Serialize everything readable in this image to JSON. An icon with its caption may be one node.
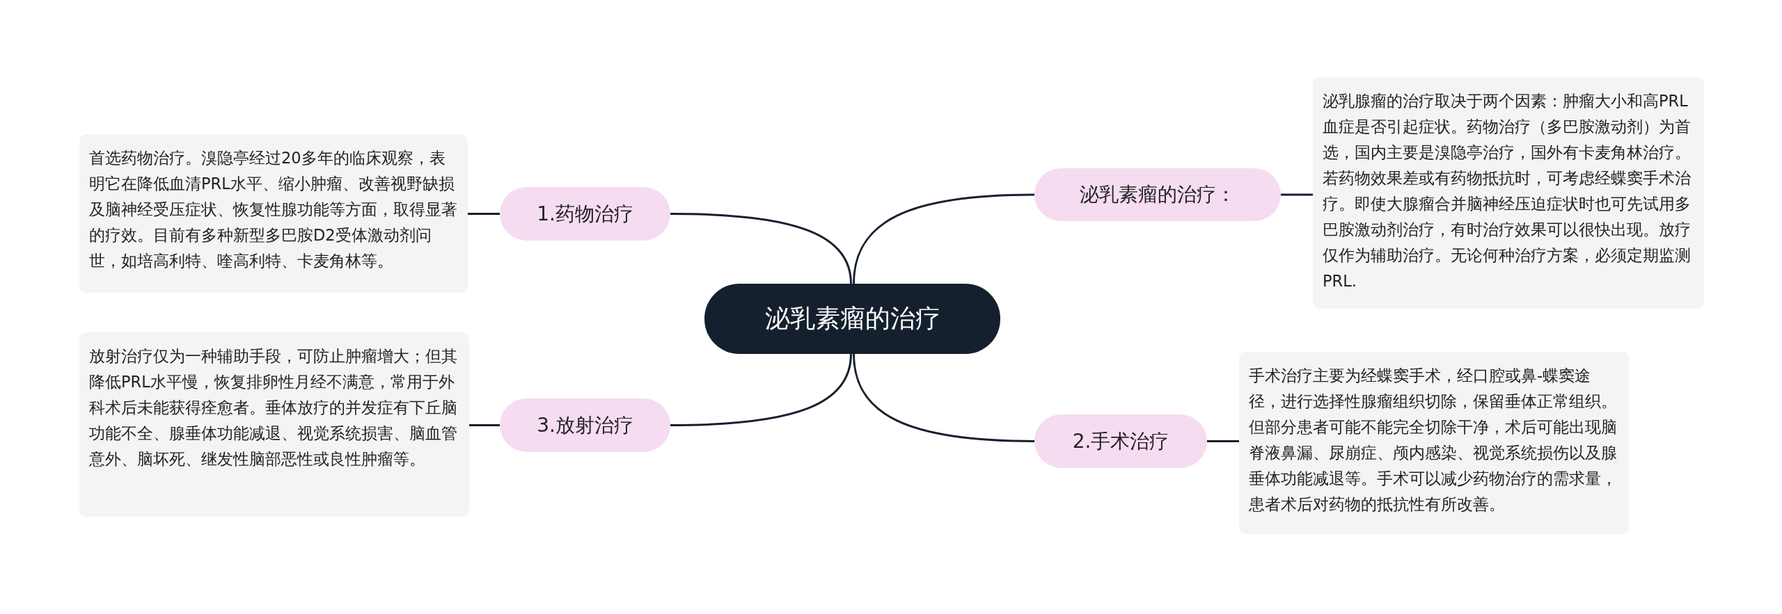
{
  "diagram": {
    "nodes": [
      {
        "text": [
          "泌乳素瘤的治疗"
        ]
      },
      {
        "text": [
          "泌乳素瘤的治疗："
        ]
      },
      {
        "text": [
          "泌乳腺瘤的治疗取决于两个因素：肿瘤大小和高PRL血症是否引起症状。药物治疗（多巴胺激动剂）为首选，国内主要是溴隐亭治疗，国外有卡麦角林治疗。若药物效果差或有药物抵抗时，可考虑经蝶窦手术治疗。即使大腺瘤合并脑神经压迫症状时也可先试用多巴胺激动剂治疗，有时治疗效果可以很快出现。放疗仅作为辅助治疗。无论何种治疗方案，必须定期监测PRL."
        ]
      },
      {
        "text": [
          "1.药物治疗"
        ]
      },
      {
        "text": [
          "首选药物治疗。溴隐亭经过20多年的临床观察，表明它在降低血清PRL水平、缩小肿瘤、改善视野缺损及脑神经受压症状、恢复性腺功能等方面，取得显著的疗效。目前有多种新型多巴胺D2受体激动剂问世，如培高利特、喹高利特、卡麦角林等。"
        ]
      },
      {
        "text": [
          "2.手术治疗"
        ]
      },
      {
        "text": [
          "手术治疗主要为经蝶窦手术，经口腔或鼻-蝶窦途径，进行选择性腺瘤组织切除，保留垂体正常组织。但部分患者可能不能完全切除干净，术后可能出现脑脊液鼻漏、尿崩症、颅内感染、视觉系统损伤以及腺垂体功能减退等。手术可以减少药物治疗的需求量，患者术后对药物的抵抗性有所改善。"
        ]
      },
      {
        "text": [
          "3.放射治疗"
        ]
      },
      {
        "text": [
          "放射治疗仅为一种辅助手段，可防止肿瘤增大；但其降低PRL水平慢，恢复排卵性月经不满意，常用于外科术后未能获得痊愈者。垂体放疗的并发症有下丘脑功能不全、腺垂体功能减退、视觉系统损害、脑血管意外、脑坏死、继发性脑部恶性或良性肿瘤等。"
        ]
      }
    ],
    "edges": [
      {
        "from": 0,
        "to": 1,
        "arrow": "none"
      },
      {
        "from": 1,
        "to": 2,
        "arrow": "none"
      },
      {
        "from": 0,
        "to": 3,
        "arrow": "none"
      },
      {
        "from": 3,
        "to": 4,
        "arrow": "none"
      },
      {
        "from": 0,
        "to": 5,
        "arrow": "none"
      },
      {
        "from": 5,
        "to": 6,
        "arrow": "none"
      },
      {
        "from": 0,
        "to": 7,
        "arrow": "none"
      },
      {
        "from": 7,
        "to": 8,
        "arrow": "none"
      }
    ]
  }
}
